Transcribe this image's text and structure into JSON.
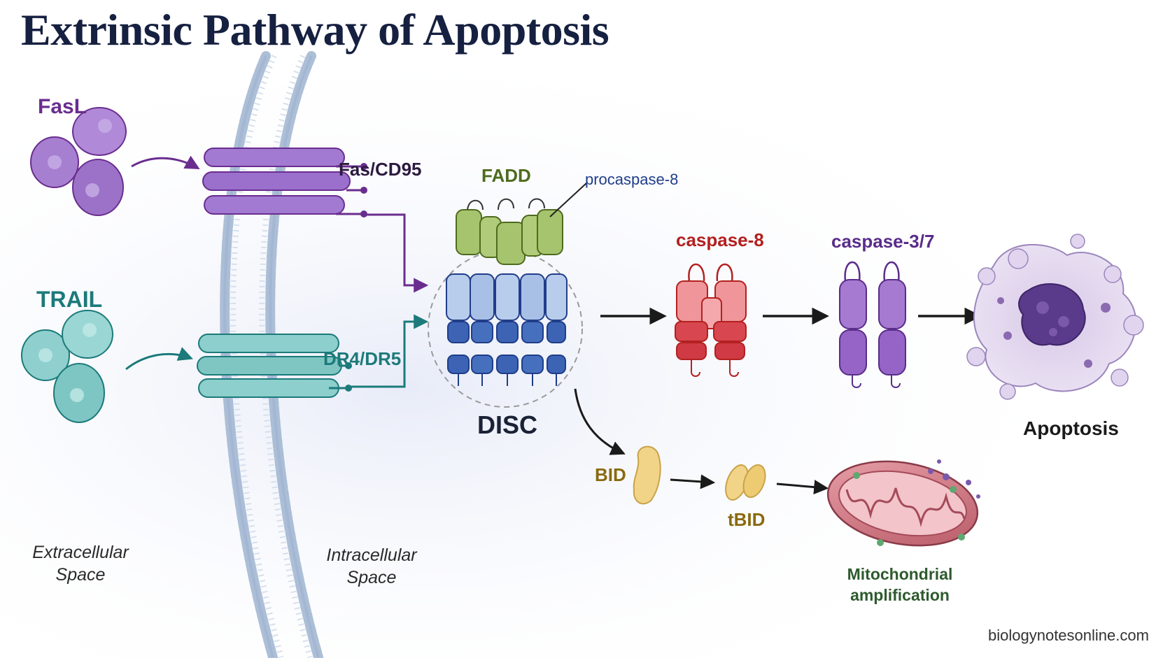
{
  "title": "Extrinsic Pathway of Apoptosis",
  "labels": {
    "fasl": "FasL",
    "trail": "TRAIL",
    "fas_receptor": "Fas/CD95",
    "dr_receptor": "DR4/DR5",
    "fadd": "FADD",
    "procaspase8": "procaspase-8",
    "disc": "DISC",
    "caspase8": "caspase-8",
    "caspase37": "caspase-3/7",
    "apoptosis": "Apoptosis",
    "bid": "BID",
    "tbid": "tBID",
    "mito_line1": "Mitochondrial",
    "mito_line2": "amplification",
    "extra_line1": "Extracellular",
    "extra_line2": "Space",
    "intra_line1": "Intracellular",
    "intra_line2": "Space",
    "watermark": "biologynotesonline.com"
  },
  "colors": {
    "title": "#162040",
    "fas": "#6a2d8f",
    "trail": "#1c7a7a",
    "fadd": "#4e6b1e",
    "procaspase8": "#1f3d8a",
    "caspase8": "#b32020",
    "caspase37": "#5a2d8a",
    "bid": "#8a6a10",
    "mito_text": "#2e5a2e",
    "arrow": "#1a1a1a"
  },
  "icons": [
    "fasl-trimer-icon",
    "trail-trimer-icon",
    "membrane-bilayer-icon",
    "disc-complex-icon",
    "caspase8-dimer-icon",
    "caspase37-dimer-icon",
    "apoptotic-cell-icon",
    "bid-icon",
    "tbid-icon",
    "mitochondrion-icon"
  ]
}
